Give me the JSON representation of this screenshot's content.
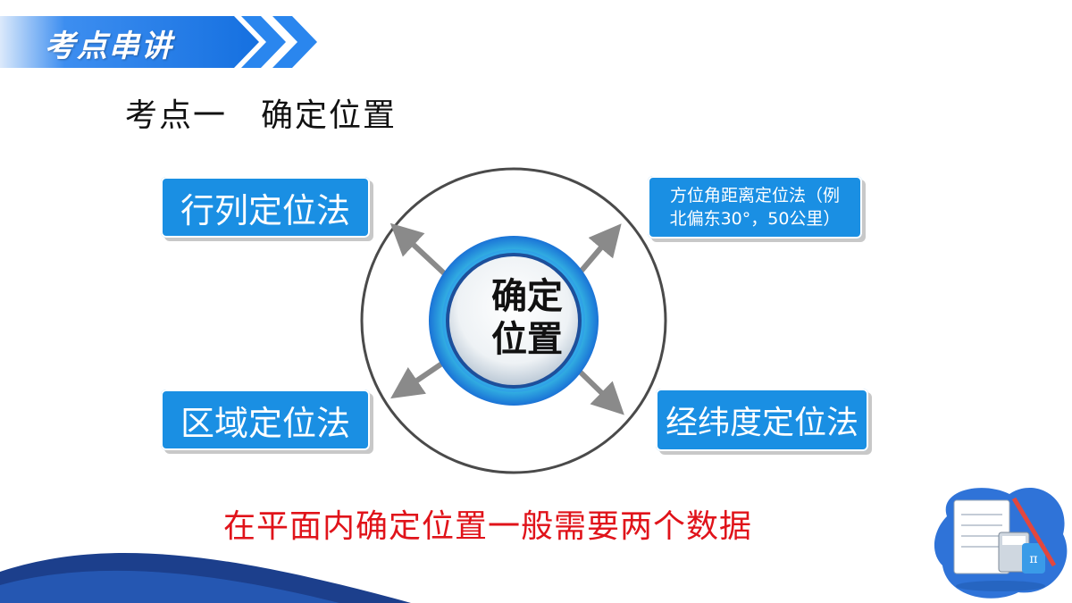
{
  "header": {
    "title": "考点串讲"
  },
  "subtitle": "考点一　确定位置",
  "center": {
    "line1": "确定",
    "line2": "位置"
  },
  "methods": {
    "top_left": "行列定位法",
    "top_right_line1": "方位角距离定位法（例",
    "top_right_line2": "北偏东30°，50公里）",
    "bottom_left": "区域定位法",
    "bottom_right": "经纬度定位法"
  },
  "note": "在平面内确定位置一般需要两个数据",
  "colors": {
    "accent_blue": "#1a8fe3",
    "note_red": "#e0131a",
    "dark_blue": "#1c3f8c"
  }
}
